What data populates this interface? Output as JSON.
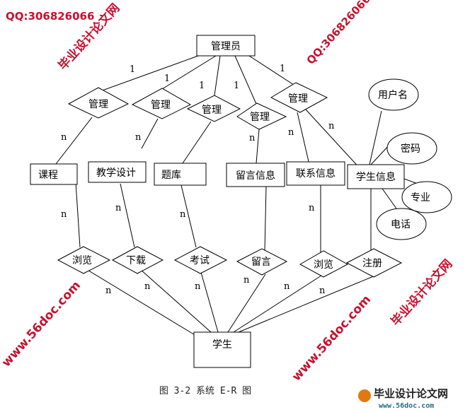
{
  "entities": {
    "admin": "管理员",
    "course": "课程",
    "design": "教学设计",
    "bank": "题库",
    "message": "留言信息",
    "contact": "联系信息",
    "studentinfo": "学生信息",
    "student": "学生"
  },
  "relations": {
    "manage": "管理",
    "browse": "浏览",
    "download": "下载",
    "exam": "考试",
    "leave": "留言",
    "register": "注册"
  },
  "attributes": {
    "username": "用户名",
    "password": "密码",
    "major": "专业",
    "phone": "电话"
  },
  "cardinality": {
    "one": "1",
    "many": "n"
  },
  "caption": "图 3-2 系统 E-R 图",
  "watermark": {
    "site_cn": "毕业设计论文网",
    "url": "www.56doc.com",
    "qq": "QQ:306826066"
  }
}
